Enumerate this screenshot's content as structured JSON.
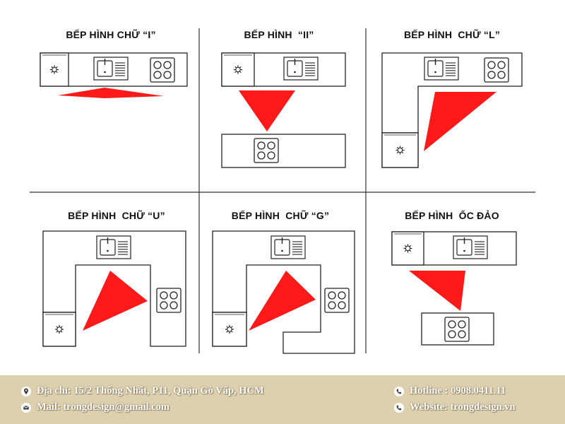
{
  "layouts": [
    {
      "id": "I",
      "title": "BẾP HÌNH CHỮ “I”"
    },
    {
      "id": "II",
      "title": "BẾP HÌNH  “II”"
    },
    {
      "id": "L",
      "title": "BẾP HÌNH  CHỮ “L”"
    },
    {
      "id": "U",
      "title": "BẾP HÌNH  CHỮ “U”"
    },
    {
      "id": "G",
      "title": "BẾP HÌNH  CHỮ “G”"
    },
    {
      "id": "ISLE",
      "title": "BẾP HÌNH  ỐC ĐẢO"
    }
  ],
  "footer": {
    "address": "Địa chỉ: 15/2 Thống Nhất, P11, Quận Gò Vấp, HCM",
    "mail": "Mail: trongdesign@gmail.com",
    "hotline": "Hotline : 0908.0411.11",
    "website": "Website: trongdesign.vn",
    "address_icon": "location-pin-icon",
    "mail_icon": "envelope-icon",
    "hotline_icon": "phone-icon",
    "website_icon": "phone-icon"
  },
  "colors": {
    "work_triangle": "#ff1a1a",
    "line": "#222222",
    "footer_bg": "#ddd0ae",
    "footer_text": "#ffffff",
    "icon_bg": "#ffffff",
    "icon_fg": "#3a3a3a"
  }
}
